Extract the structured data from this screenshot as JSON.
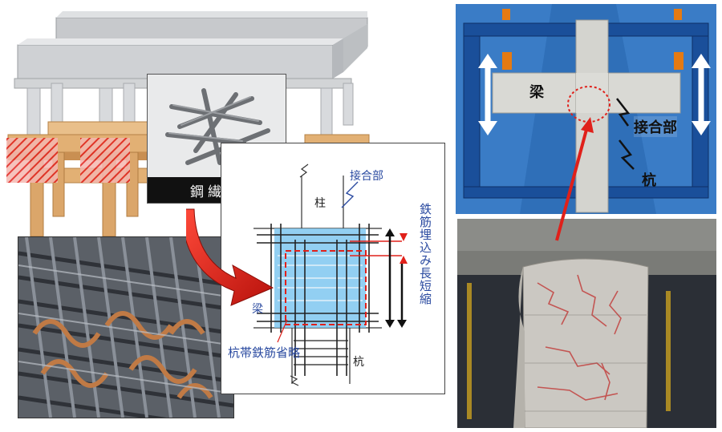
{
  "fiber_photo": {
    "caption": "鋼繊維"
  },
  "detail_diagram": {
    "joint_label": "接合部",
    "column_label": "柱",
    "beam_label": "梁",
    "pile_label": "杭",
    "omit_label": "杭帯鉄筋省略",
    "shorten_label": "鉄筋埋込み長短縮"
  },
  "test_photo": {
    "beam_label": "梁",
    "joint_label": "接合部",
    "pile_label": "杭"
  },
  "colors": {
    "accent_red": "#e0201a",
    "diagram_blue": "#2a4aa0",
    "joint_fill": "#7fc7f0",
    "tarp_blue": "#2f6fb8",
    "pier_wood": "#d9a46a"
  },
  "icons": [
    "curved-arrow-icon",
    "double-arrow-icon",
    "lightning-arrow-icon"
  ]
}
